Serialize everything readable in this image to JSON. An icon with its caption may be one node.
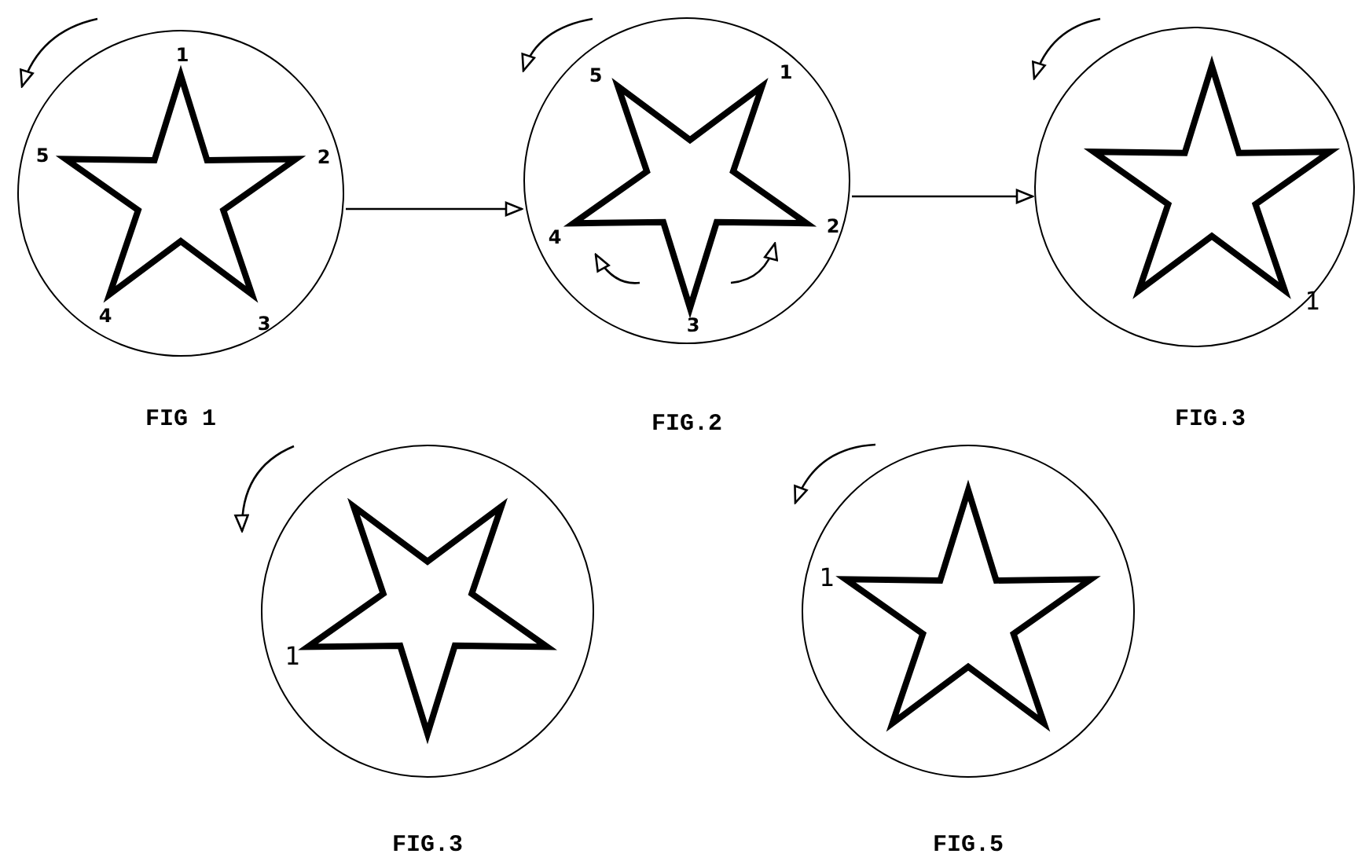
{
  "diagram": {
    "nodes": [
      {
        "text": [
          "1",
          "5",
          "2",
          "4",
          "3"
        ],
        "beside": [
          "FIG 1"
        ]
      },
      {
        "text": [
          "5",
          "1",
          "4",
          "2",
          "3"
        ],
        "beside": [
          "FIG.2"
        ]
      },
      {
        "text": [
          "1"
        ],
        "beside": [
          "FIG.3"
        ]
      },
      {
        "text": [
          "1"
        ],
        "beside": [
          "FIG.3"
        ]
      },
      {
        "text": [
          "1"
        ],
        "beside": [
          "FIG.5"
        ]
      }
    ],
    "edges": [
      {
        "from": 0,
        "to": 1,
        "arrow": "to"
      },
      {
        "from": 1,
        "to": 2,
        "arrow": "to"
      }
    ]
  }
}
